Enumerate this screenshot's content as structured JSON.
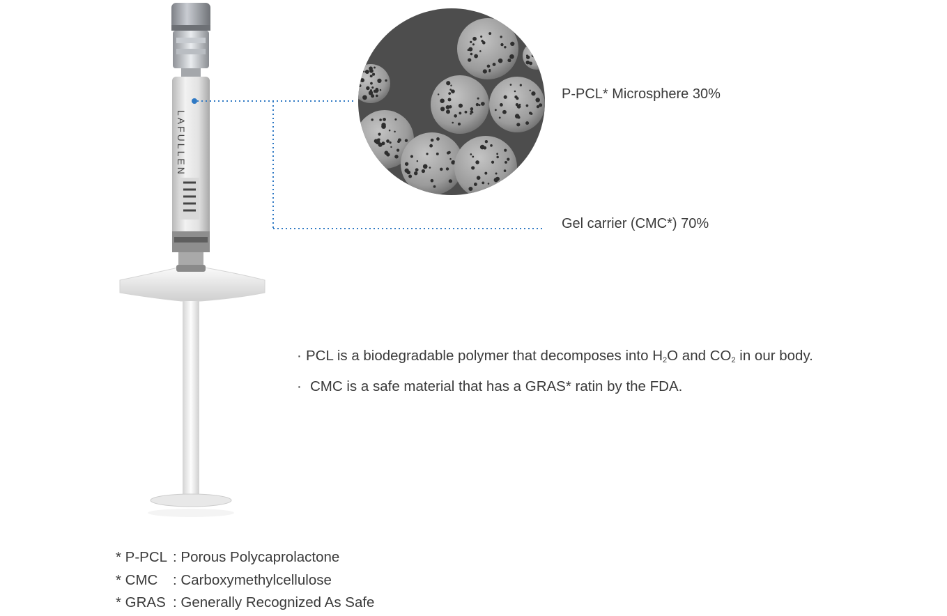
{
  "product": {
    "brand_vertical": "LAFULLEN",
    "logo_alt_text": "LaFULLEN"
  },
  "callouts": {
    "microsphere": "P-PCL* Microsphere 30%",
    "gel_carrier": "Gel carrier (CMC*) 70%"
  },
  "notes": {
    "pcl": {
      "bullet": "·",
      "part1": "PCL is a biodegradable polymer that decomposes into H",
      "sub1": "2",
      "part2": "O and CO",
      "sub2": "2",
      "part3": " in our body."
    },
    "cmc": {
      "bullet": "·",
      "text": "CMC is a safe material that has a GRAS* ratin by the FDA."
    }
  },
  "footnotes": [
    {
      "term": "* P-PCL",
      "def": ": Porous Polycaprolactone"
    },
    {
      "term": "* CMC",
      "def": ": Carboxymethylcellulose"
    },
    {
      "term": "* GRAS",
      "def": ": Generally Recognized As Safe"
    }
  ],
  "colors": {
    "leader_blue": "#2f79c4",
    "text": "#3a3a3a",
    "microsphere_bg": "#4d4d4d",
    "microsphere": "#9a9a9a"
  }
}
